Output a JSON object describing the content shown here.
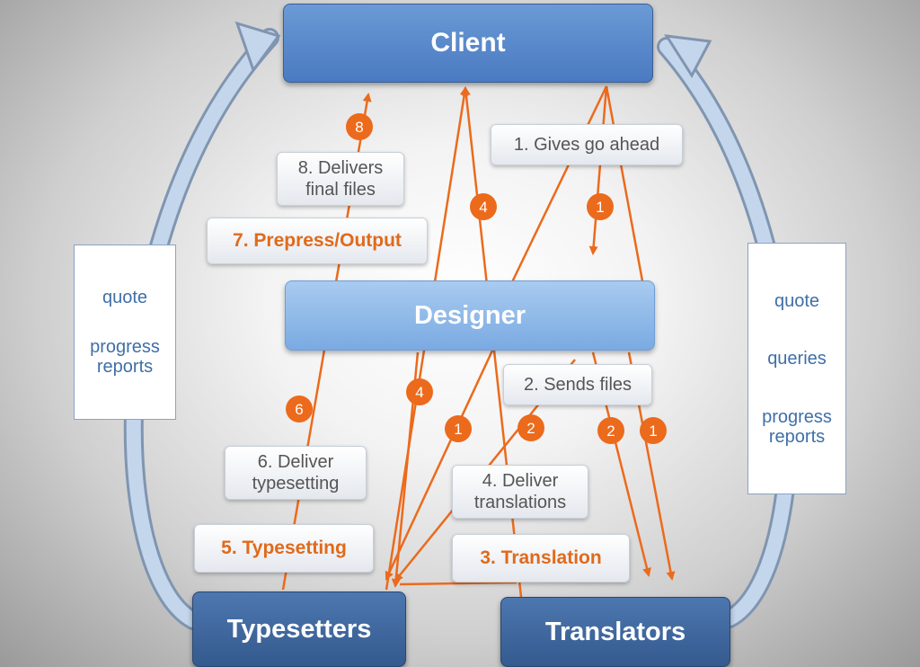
{
  "nodes": {
    "client": "Client",
    "designer": "Designer",
    "typesetters": "Typesetters",
    "translators": "Translators"
  },
  "labels": {
    "gives_go_ahead": "1. Gives go ahead",
    "sends_files": "2. Sends files",
    "translation": "3. Translation",
    "deliver_translations": "4. Deliver\ntranslations",
    "typesetting": "5. Typesetting",
    "deliver_typesetting": "6. Deliver\ntypesetting",
    "prepress_output": "7. Prepress/Output",
    "delivers_final_files": "8. Delivers\nfinal files"
  },
  "badges": {
    "b8": "8",
    "b4_top": "4",
    "b1_top": "1",
    "b4_left": "4",
    "b6": "6",
    "b1_mid": "1",
    "b2_mid": "2",
    "b2_right": "2",
    "b1_right": "1"
  },
  "left_panel": [
    "quote",
    "progress\nreports"
  ],
  "right_panel": [
    "quote",
    "queries",
    "progress\nreports"
  ],
  "colors": {
    "node_dark": "#4a7ac1",
    "node_light": "#8db8e8",
    "arrow": "#ec6a1c",
    "stage_text": "#e06a1b",
    "panel_text": "#3f6fa8",
    "cycle_arrow": "#a9c3e3"
  }
}
